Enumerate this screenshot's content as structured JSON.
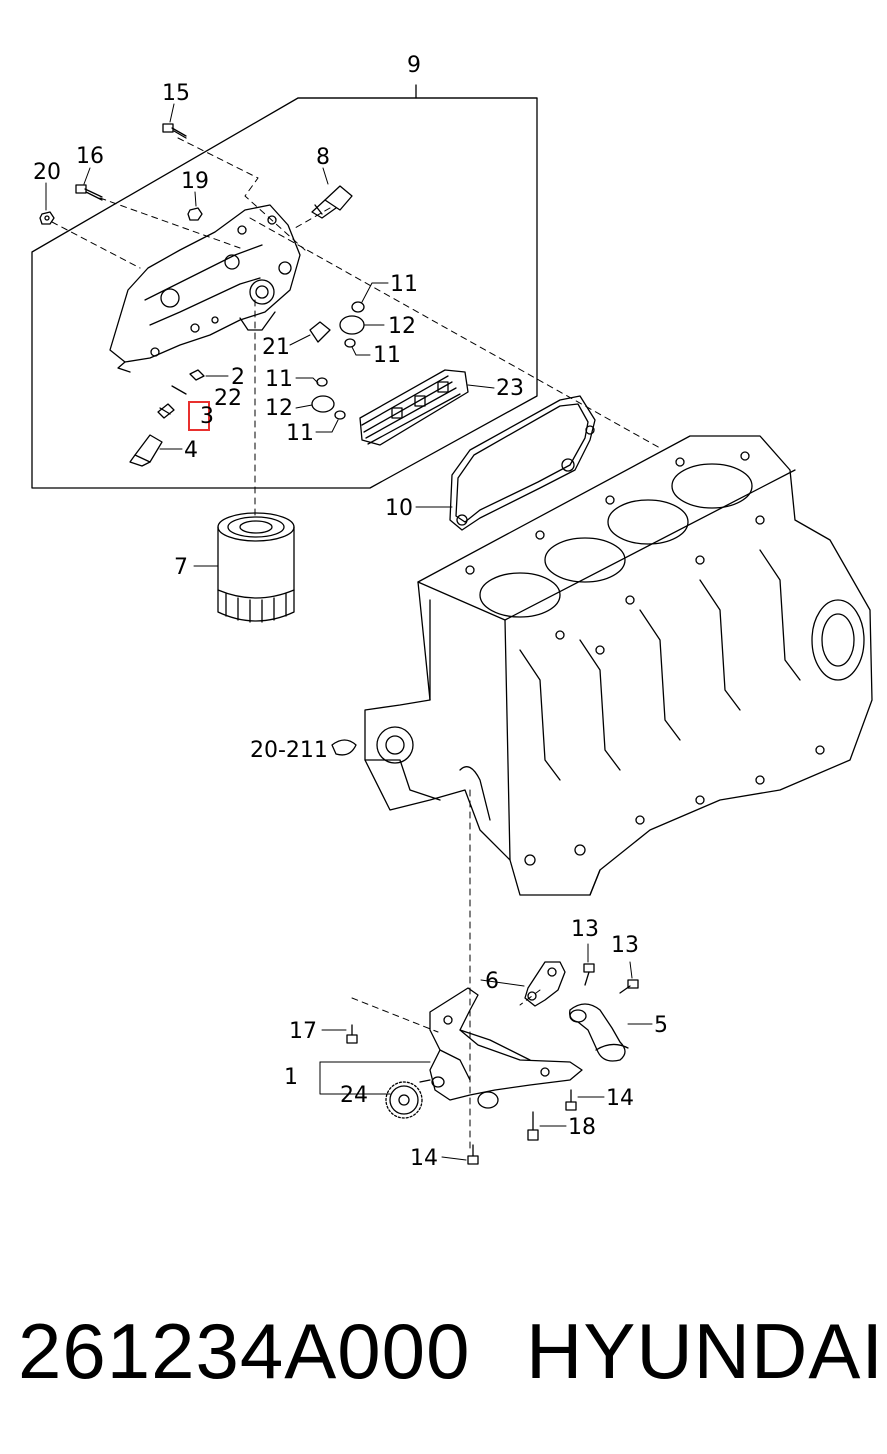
{
  "callouts": {
    "c1": "1",
    "c2": "2",
    "c3": "3",
    "c4": "4",
    "c5": "5",
    "c6": "6",
    "c7": "7",
    "c8": "8",
    "c9": "9",
    "c10": "10",
    "c11a": "11",
    "c11b": "11",
    "c11c": "11",
    "c11d": "11",
    "c12a": "12",
    "c12b": "12",
    "c13a": "13",
    "c13b": "13",
    "c14a": "14",
    "c14b": "14",
    "c15": "15",
    "c16": "16",
    "c17": "17",
    "c18": "18",
    "c19": "19",
    "c20": "20",
    "c21": "21",
    "c22": "22",
    "c23": "23",
    "c24": "24",
    "ref": "20-211"
  },
  "highlight_color": "#e8302e",
  "footer": {
    "part_number": "261234A000",
    "brand": "HYUNDAI"
  }
}
